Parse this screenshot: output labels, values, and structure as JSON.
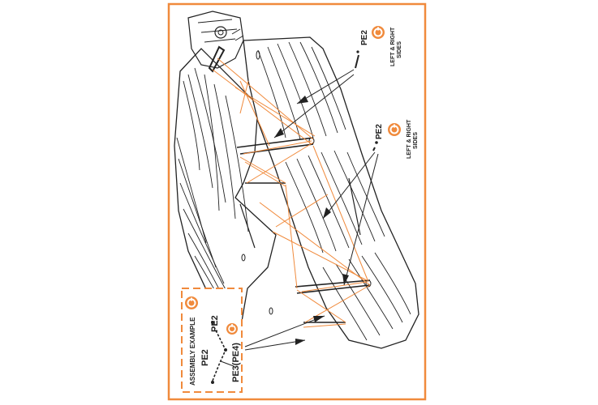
{
  "colors": {
    "frame": "#f08a3c",
    "rigging": "#f08a3c",
    "ink": "#222222",
    "paper": "#ffffff"
  },
  "callouts": [
    {
      "part": "PE2",
      "note_line1": "LEFT & RIGHT",
      "note_line2": "SIDES"
    },
    {
      "part": "PE2",
      "note_line1": "LEFT & RIGHT",
      "note_line2": "SIDES"
    }
  ],
  "assembly_example": {
    "title": "ASSEMBLY EXAMPLE",
    "parts": [
      "PE2",
      "PE2",
      "PE3(PE4)"
    ]
  },
  "icons": [
    "etched-part-symbol-icon"
  ]
}
